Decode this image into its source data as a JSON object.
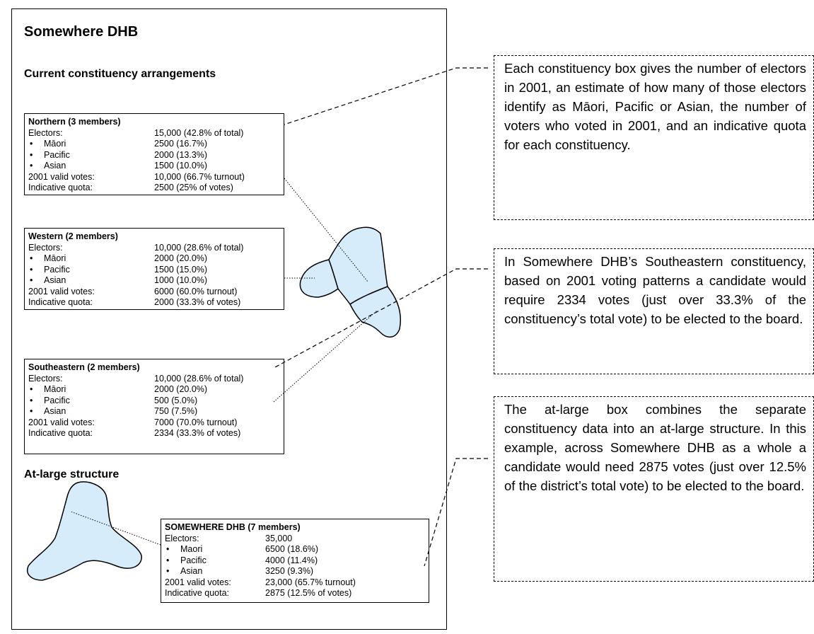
{
  "title": "Somewhere DHB",
  "current_heading": "Current constituency arrangements",
  "atlarge_heading": "At-large structure",
  "constituencies": [
    {
      "header": "Northern (3 members)",
      "rows": [
        {
          "label": "Electors:",
          "value": "15,000 (42.8% of total)"
        },
        {
          "bullet": "•",
          "label": "Māori",
          "value": "2500 (16.7%)"
        },
        {
          "bullet": "•",
          "label": "Pacific",
          "value": "2000 (13.3%)"
        },
        {
          "bullet": "•",
          "label": "Asian",
          "value": "1500 (10.0%)"
        },
        {
          "label": "2001 valid votes:",
          "value": "10,000 (66.7% turnout)"
        },
        {
          "label": "Indicative quota:",
          "value": "2500 (25% of votes)"
        }
      ]
    },
    {
      "header": "Western (2 members)",
      "rows": [
        {
          "label": "Electors:",
          "value": "10,000 (28.6% of total)"
        },
        {
          "bullet": "•",
          "label": "Māori",
          "value": "2000 (20.0%)"
        },
        {
          "bullet": "•",
          "label": "Pacific",
          "value": "1500 (15.0%)"
        },
        {
          "bullet": "•",
          "label": "Asian",
          "value": "1000 (10.0%)"
        },
        {
          "label": "2001 valid votes:",
          "value": "6000 (60.0% turnout)"
        },
        {
          "label": "Indicative quota:",
          "value": "2000 (33.3% of votes)"
        }
      ]
    },
    {
      "header": "Southeastern (2 members)",
      "rows": [
        {
          "label": "Electors:",
          "value": "10,000 (28.6% of total)"
        },
        {
          "bullet": "•",
          "label": "Māori",
          "value": "2000 (20.0%)"
        },
        {
          "bullet": "•",
          "label": "Pacific",
          "value": "500 (5.0%)"
        },
        {
          "bullet": "•",
          "label": "Asian",
          "value": "750 (7.5%)"
        },
        {
          "label": "2001 valid votes:",
          "value": "7000 (70.0% turnout)"
        },
        {
          "label": "Indicative quota:",
          "value": "2334 (33.3% of votes)"
        }
      ]
    }
  ],
  "atlarge": {
    "header": "SOMEWHERE DHB (7 members)",
    "rows": [
      {
        "label": "Electors:",
        "value": "35,000"
      },
      {
        "bullet": "•",
        "label": "Maori",
        "value": "6500 (18.6%)"
      },
      {
        "bullet": "•",
        "label": "Pacific",
        "value": "4000 (11.4%)"
      },
      {
        "bullet": "•",
        "label": "Asian",
        "value": "3250 (9.3%)"
      },
      {
        "label": "2001 valid votes:",
        "value": "23,000 (65.7% turnout)"
      },
      {
        "label": "Indicative quota:",
        "value": "2875 (12.5% of votes)"
      }
    ]
  },
  "notes": [
    "Each constituency box gives the number of electors in 2001, an estimate of how many of those electors identify as Māori, Pacific or Asian, the number of voters who voted in 2001, and an indicative quota for each constituency.",
    "In Somewhere DHB’s Southeastern constituency, based on 2001 voting patterns a candidate would require 2334 votes (just over 33.3% of the constituency’s total vote) to be elected to the board.",
    "The at-large box combines the separate constituency data into an at-large structure. In this example, across Somewhere DHB as a whole a candidate would need 2875 votes (just over 12.5% of the district’s total vote) to be elected to the board."
  ],
  "colors": {
    "map_fill": "#d6ecfb",
    "stroke": "#000000"
  }
}
